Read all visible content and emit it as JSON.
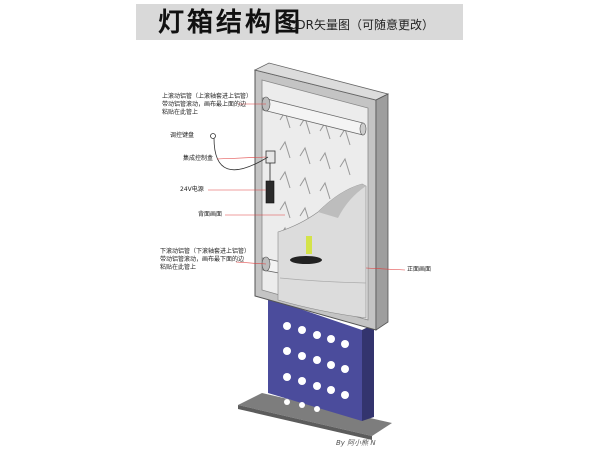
{
  "header": {
    "title": "灯箱结构图",
    "subtitle": "CDR矢量图（可随意更改）"
  },
  "callouts": {
    "top_roller": [
      "上滚动铝管（上滚轴套进上铝管）",
      "带动铝管滚动，画布最上面的边",
      "粘贴在此管上"
    ],
    "keypad": "调控键盘",
    "control_box": "集成控制盒",
    "power": "24V电源",
    "back_picture": "背面画面",
    "bottom_roller": [
      "下滚动铝管（下滚轴套进上铝管）",
      "带动铝管滚动，画布最下面的边",
      "粘贴在此管上"
    ],
    "front_picture": "正面画面"
  },
  "watermark": "By 阿小熊 N",
  "colors": {
    "cabinet": "#c6c6c6",
    "base": "#4a4a9a",
    "base_holes": "#ffffff",
    "floor": "#7a7a7a",
    "red_leader": "#e04040"
  }
}
